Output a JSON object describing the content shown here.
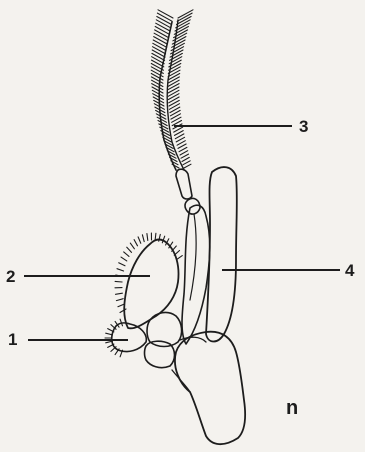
{
  "figure": {
    "labels": {
      "one": "1",
      "two": "2",
      "three": "3",
      "four": "4",
      "panel": "n"
    },
    "colors": {
      "ink": "#1d1d1d",
      "paper": "#f4f2ee"
    }
  }
}
